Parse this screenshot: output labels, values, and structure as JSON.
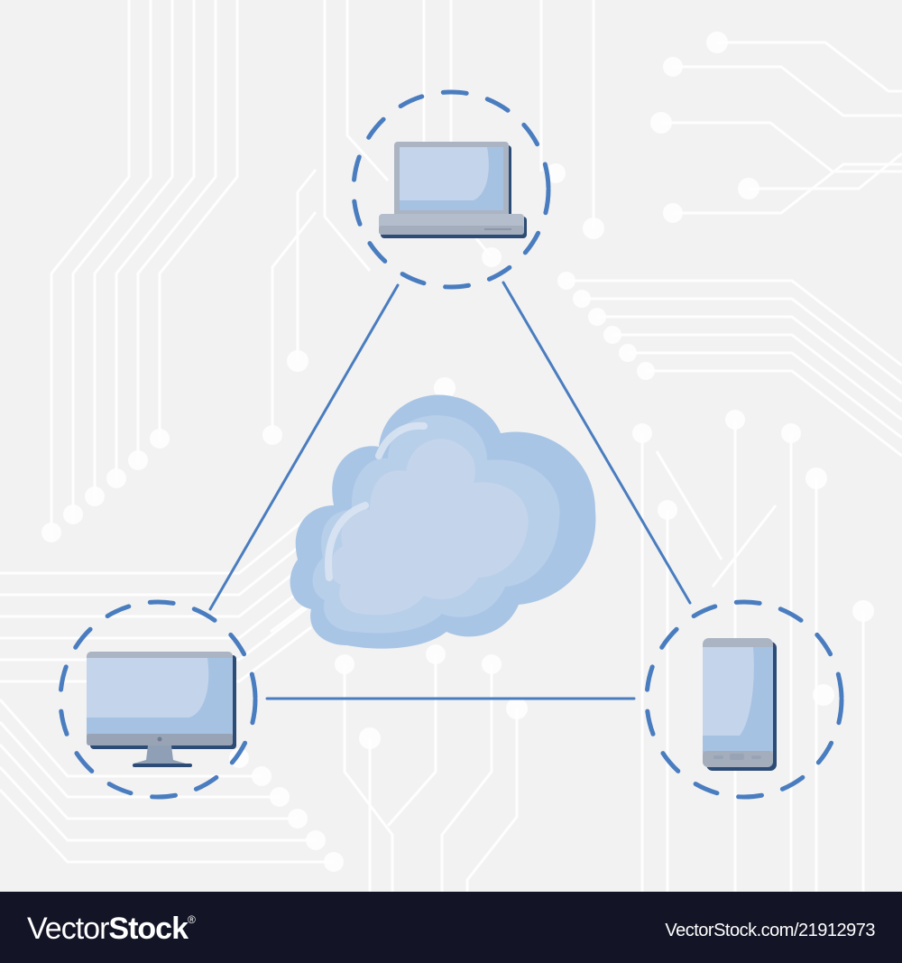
{
  "illustration": {
    "title": "Cloud computing network diagram",
    "background_color": "#f2f2f2",
    "trace_color": "#ffffff",
    "accent_color": "#4a7dbf",
    "center_node": {
      "label": "cloud",
      "icon": "cloud-icon"
    },
    "nodes": [
      {
        "label": "laptop",
        "icon": "laptop-icon",
        "position": "top"
      },
      {
        "label": "desktop monitor",
        "icon": "monitor-icon",
        "position": "bottom-left"
      },
      {
        "label": "smartphone",
        "icon": "smartphone-icon",
        "position": "bottom-right"
      }
    ],
    "connections": [
      "laptop-monitor",
      "laptop-smartphone",
      "monitor-smartphone"
    ]
  },
  "footer": {
    "brand_light": "Vector",
    "brand_bold": "Stock",
    "brand_mark": "®",
    "image_ref": "VectorStock.com/21912973",
    "background_color": "#131526"
  }
}
